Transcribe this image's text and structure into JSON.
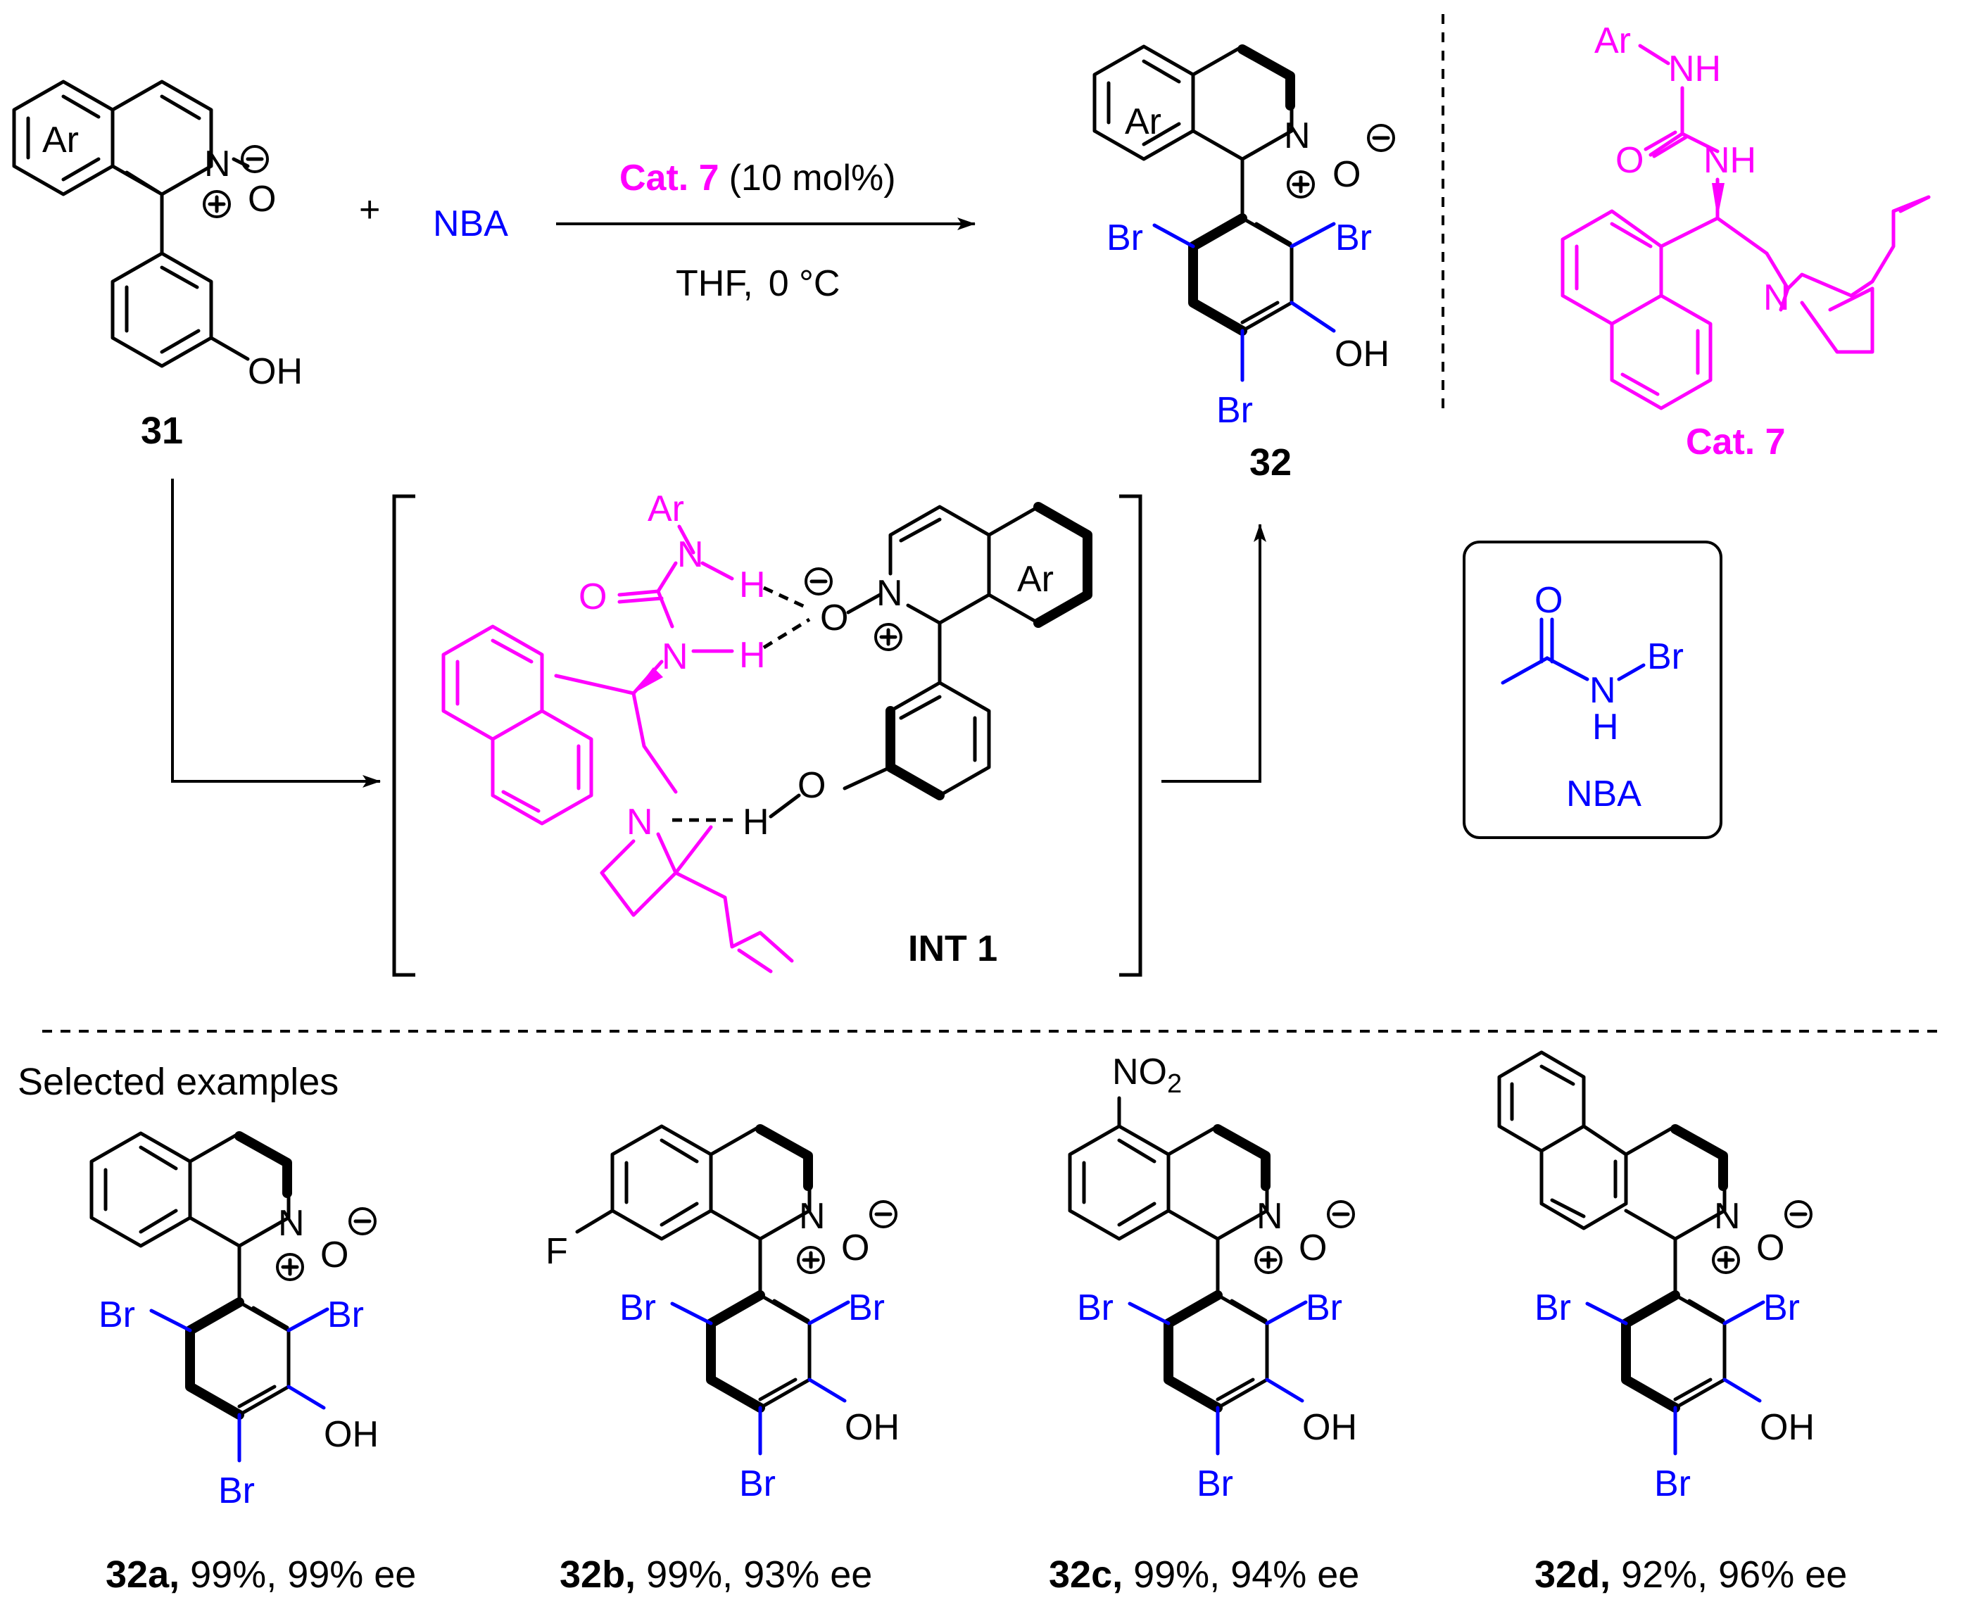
{
  "reaction": {
    "reactant_label": "31",
    "plus_sign": "+",
    "reagent": "NBA",
    "catalyst_label": "Cat. 7",
    "loading": "(10 mol%)",
    "solvent": "THF,",
    "temperature": "0 °C",
    "product_label": "32"
  },
  "catalyst": {
    "label": "Cat. 7"
  },
  "intermediate": {
    "label": "INT 1"
  },
  "nba_box": {
    "label": "NBA"
  },
  "atoms": {
    "ar": "Ar",
    "n": "N",
    "o": "O",
    "h": "H",
    "oh": "OH",
    "br": "Br",
    "nh": "NH",
    "f": "F",
    "no2": "NO",
    "no2_sub": "2"
  },
  "examples": {
    "heading": "Selected examples",
    "items": [
      {
        "id": "32a,",
        "result": " 99%, 99% ee"
      },
      {
        "id": "32b,",
        "result": " 99%, 93% ee"
      },
      {
        "id": "32c,",
        "result": " 99%, 94% ee"
      },
      {
        "id": "32d,",
        "result": " 92%, 96% ee"
      }
    ]
  },
  "colors": {
    "catalyst": "#ff00ff",
    "reagent": "#0000ff",
    "structure": "#000000"
  }
}
